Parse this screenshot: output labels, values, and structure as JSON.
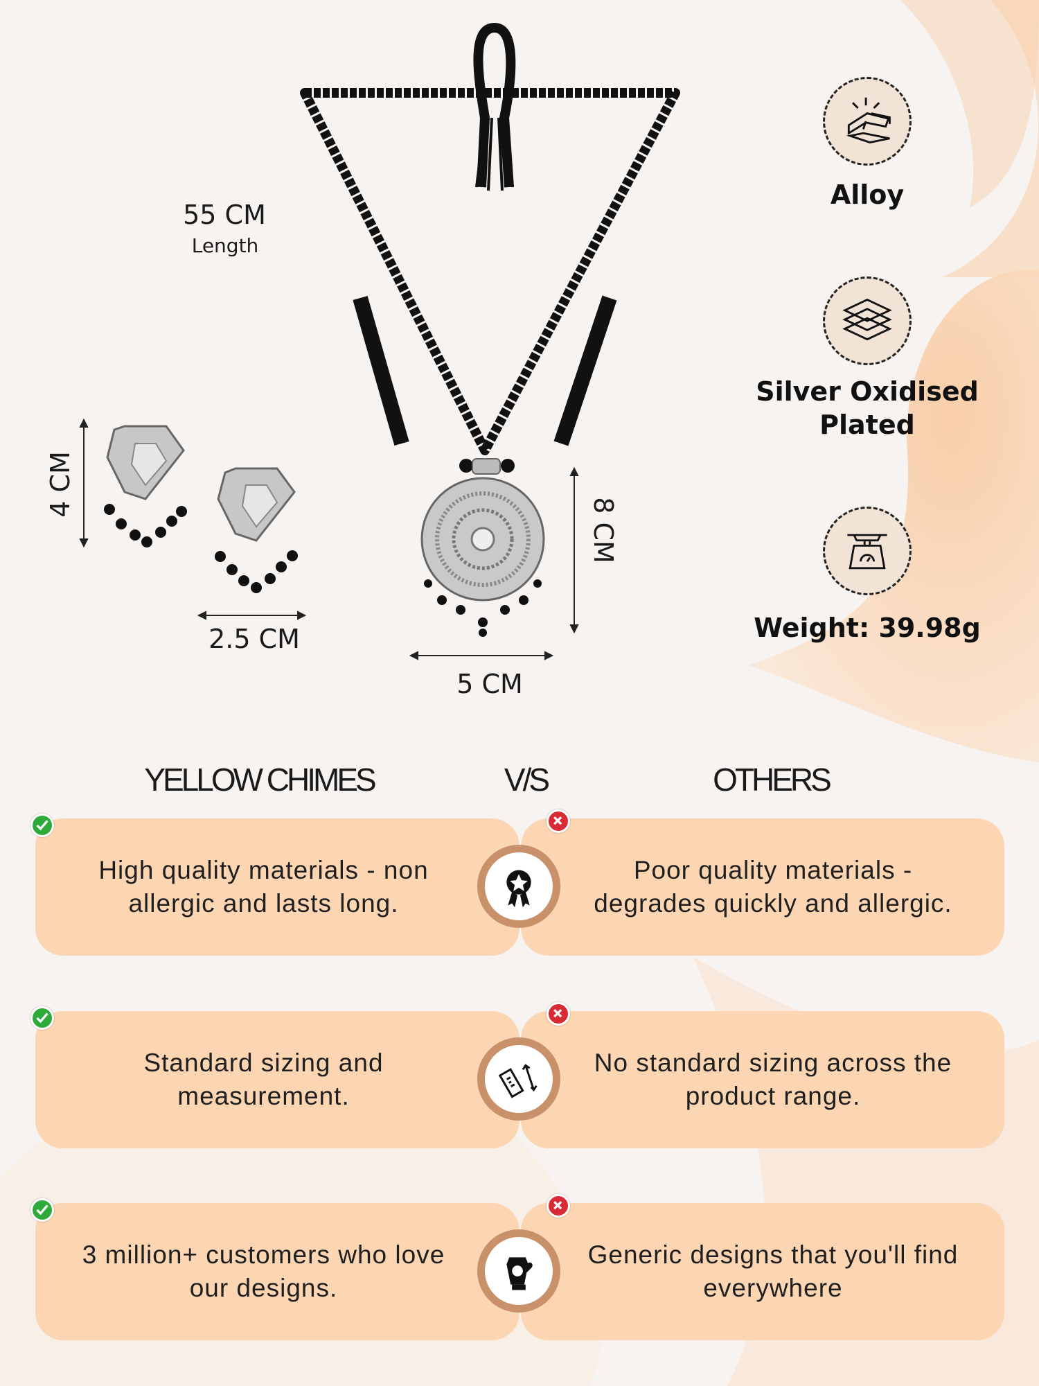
{
  "product": {
    "necklace_length": "55 CM",
    "necklace_length_label": "Length",
    "pendant_height": "8 CM",
    "pendant_width": "5 CM",
    "earring_height": "4 CM",
    "earring_width": "2.5 CM"
  },
  "features": [
    {
      "icon": "gold-bars-icon",
      "label": "Alloy"
    },
    {
      "icon": "layers-icon",
      "label": "Silver Oxidised Plated"
    },
    {
      "icon": "weighing-scale-icon",
      "label": "Weight: 39.98g"
    }
  ],
  "comparison": {
    "left_title": "YELLOW CHIMES",
    "vs": "V/S",
    "right_title": "OTHERS",
    "rows": [
      {
        "icon": "quality-badge-icon",
        "ours": "High quality materials - non allergic and lasts long.",
        "others": "Poor quality materials - degrades quickly and allergic."
      },
      {
        "icon": "ruler-measure-icon",
        "ours": "Standard sizing and measurement.",
        "others": "No standard sizing across the product range."
      },
      {
        "icon": "customer-love-icon",
        "ours": "3 million+ customers who love our designs.",
        "others": "Generic designs that you'll find everywhere"
      }
    ]
  },
  "colors": {
    "card": "#fcd5b3",
    "ring": "#c8916a",
    "check": "#2eaa3a",
    "cross": "#d92b35"
  }
}
